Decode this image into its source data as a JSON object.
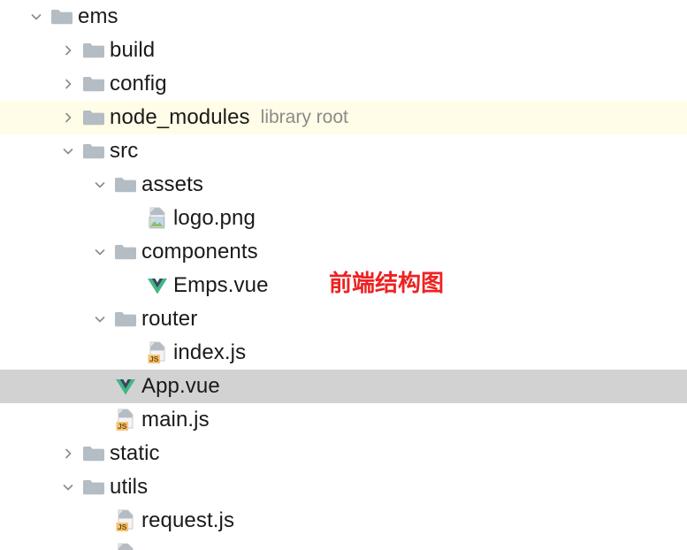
{
  "view": {
    "kind": "project-file-tree",
    "colors": {
      "background": "#ffffff",
      "text": "#1a1a1a",
      "muted_text": "#8a8a8a",
      "folder": "#b4bcc4",
      "library_root_highlight": "#fffde7",
      "selection_highlight": "#d2d2d2",
      "annotation_red": "#ee2222",
      "js_badge": "#f7c473",
      "vue_green": "#41b883",
      "vue_dark": "#35495e"
    }
  },
  "annotation": {
    "text": "前端结构图"
  },
  "rows": [
    {
      "name": "ems",
      "icon": "folder-icon",
      "chevron": "chevron-down-icon",
      "depth": 0,
      "hint": "",
      "state": "none"
    },
    {
      "name": "build",
      "icon": "folder-icon",
      "chevron": "chevron-right-icon",
      "depth": 1,
      "hint": "",
      "state": "none"
    },
    {
      "name": "config",
      "icon": "folder-icon",
      "chevron": "chevron-right-icon",
      "depth": 1,
      "hint": "",
      "state": "none"
    },
    {
      "name": "node_modules",
      "icon": "folder-icon",
      "chevron": "chevron-right-icon",
      "depth": 1,
      "hint": "library root",
      "state": "library-root"
    },
    {
      "name": "src",
      "icon": "folder-icon",
      "chevron": "chevron-down-icon",
      "depth": 1,
      "hint": "",
      "state": "none"
    },
    {
      "name": "assets",
      "icon": "folder-icon",
      "chevron": "chevron-down-icon",
      "depth": 2,
      "hint": "",
      "state": "none"
    },
    {
      "name": "logo.png",
      "icon": "image-file-icon",
      "chevron": "none",
      "depth": 3,
      "hint": "",
      "state": "none"
    },
    {
      "name": "components",
      "icon": "folder-icon",
      "chevron": "chevron-down-icon",
      "depth": 2,
      "hint": "",
      "state": "none"
    },
    {
      "name": "Emps.vue",
      "icon": "vue-file-icon",
      "chevron": "none",
      "depth": 3,
      "hint": "",
      "state": "none"
    },
    {
      "name": "router",
      "icon": "folder-icon",
      "chevron": "chevron-down-icon",
      "depth": 2,
      "hint": "",
      "state": "none"
    },
    {
      "name": "index.js",
      "icon": "js-file-icon",
      "chevron": "none",
      "depth": 3,
      "hint": "",
      "state": "none"
    },
    {
      "name": "App.vue",
      "icon": "vue-file-icon",
      "chevron": "none",
      "depth": 2,
      "hint": "",
      "state": "selected"
    },
    {
      "name": "main.js",
      "icon": "js-file-icon",
      "chevron": "none",
      "depth": 2,
      "hint": "",
      "state": "none"
    },
    {
      "name": "static",
      "icon": "folder-icon",
      "chevron": "chevron-right-icon",
      "depth": 1,
      "hint": "",
      "state": "none"
    },
    {
      "name": "utils",
      "icon": "folder-icon",
      "chevron": "chevron-down-icon",
      "depth": 1,
      "hint": "",
      "state": "none"
    },
    {
      "name": "request.js",
      "icon": "js-file-icon",
      "chevron": "none",
      "depth": 2,
      "hint": "",
      "state": "none"
    },
    {
      "name": "",
      "icon": "file-icon",
      "chevron": "none",
      "depth": 2,
      "hint": "",
      "state": "clipped"
    }
  ]
}
